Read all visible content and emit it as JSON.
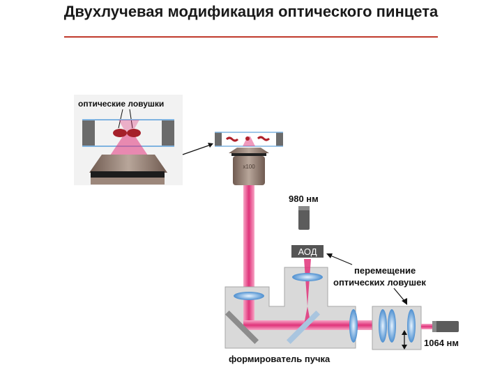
{
  "title": "Двухлучевая модификация оптического пинцета",
  "labels": {
    "traps": "оптические ловушки",
    "laser_980": "980 нм",
    "aod": "АОД",
    "move_line1": "перемещение",
    "move_line2": "оптических ловушек",
    "laser_1064": "1064 нм",
    "beam_shaper": "формирователь пучка"
  },
  "colors": {
    "accent_rule": "#c0392b",
    "beam": "#e0337a",
    "lens": "#7fb3e0",
    "box": "#d9d9d9"
  }
}
